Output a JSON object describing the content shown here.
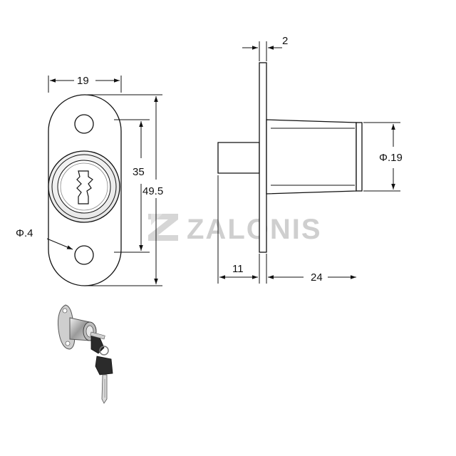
{
  "front_view": {
    "width_label": "19",
    "hole_spacing_label": "35",
    "height_label": "49.5",
    "hole_diameter_label": "Φ.4"
  },
  "side_view": {
    "plate_thickness_label": "2",
    "body_diameter_label": "Φ.19",
    "front_length_label": "11",
    "rear_length_label": "24"
  },
  "watermark": {
    "text": "ZALONIS"
  },
  "icons": {
    "dimension_arrow": "arrowhead",
    "logo": "zalonis-z-logo",
    "product_photo": "lock-with-keys-illustration"
  }
}
